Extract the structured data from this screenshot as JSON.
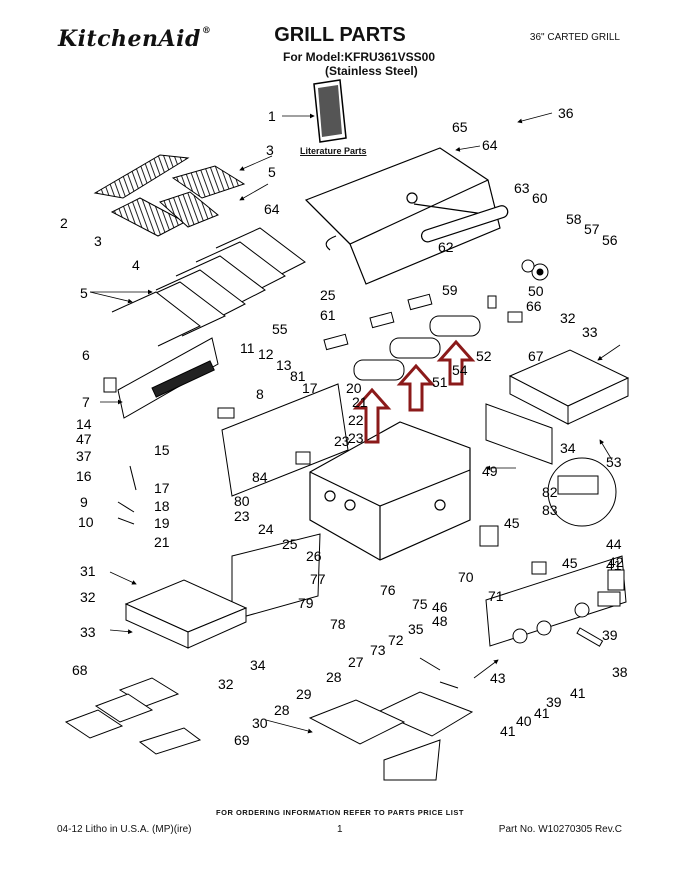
{
  "header": {
    "brand": "KitchenAid",
    "brand_mark": "®",
    "title": "GRILL PARTS",
    "model_line": "For Model:KFRU361VSS00",
    "finish_line": "(Stainless Steel)",
    "grill_type": "36\" CARTED GRILL"
  },
  "diagram": {
    "literature_label": "Literature Parts",
    "part_numbers": [
      "1",
      "2",
      "3",
      "3",
      "4",
      "5",
      "5",
      "6",
      "7",
      "8",
      "9",
      "10",
      "11",
      "12",
      "13",
      "14",
      "15",
      "16",
      "17",
      "17",
      "18",
      "19",
      "20",
      "21",
      "21",
      "22",
      "23",
      "23",
      "23",
      "24",
      "25",
      "25",
      "26",
      "27",
      "28",
      "28",
      "29",
      "30",
      "31",
      "32",
      "32",
      "32",
      "33",
      "33",
      "34",
      "34",
      "35",
      "36",
      "37",
      "39",
      "39",
      "38",
      "40",
      "41",
      "41",
      "41",
      "41",
      "42",
      "43",
      "44",
      "45",
      "45",
      "46",
      "47",
      "48",
      "49",
      "50",
      "51",
      "52",
      "53",
      "54",
      "55",
      "56",
      "57",
      "58",
      "59",
      "60",
      "61",
      "62",
      "63",
      "64",
      "64",
      "65",
      "66",
      "67",
      "68",
      "69",
      "70",
      "71",
      "72",
      "73",
      "75",
      "76",
      "77",
      "78",
      "79",
      "80",
      "81",
      "82",
      "83",
      "84"
    ],
    "arrow_color": "#8b1a1a"
  },
  "footer": {
    "order_note": "FOR ORDERING INFORMATION REFER TO PARTS PRICE LIST",
    "litho": "04-12  Litho in U.S.A. (MP)(ire)",
    "page": "1",
    "part_no": "Part No. W10270305 Rev.C"
  }
}
